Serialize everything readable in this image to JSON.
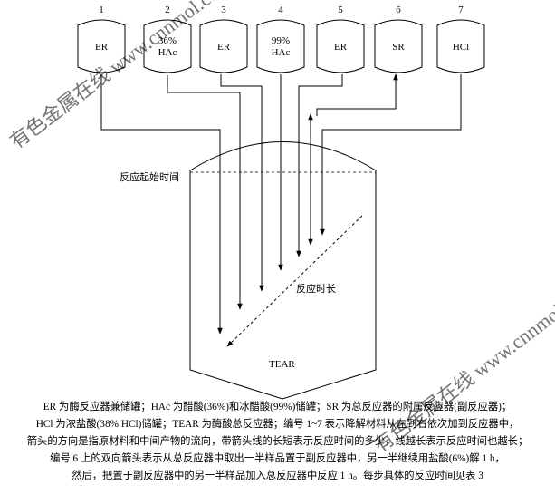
{
  "tanks": [
    {
      "number": "1",
      "label": [
        "ER"
      ]
    },
    {
      "number": "2",
      "label": [
        "36%",
        "HAc"
      ]
    },
    {
      "number": "3",
      "label": [
        "ER"
      ]
    },
    {
      "number": "4",
      "label": [
        "99%",
        "HAc"
      ]
    },
    {
      "number": "5",
      "label": [
        "ER"
      ]
    },
    {
      "number": "6",
      "label": [
        "SR"
      ]
    },
    {
      "number": "7",
      "label": [
        "HCl"
      ]
    }
  ],
  "reactor": {
    "label": "TEAR",
    "start_label": "反应起始时间",
    "duration_label": "反应时长"
  },
  "watermark": {
    "upper": "有色金属在线  www.cnnmol.com",
    "lower": "有色金属在线  www.cnnmol.com"
  },
  "caption": [
    "ER 为酶反应器兼储罐；HAc 为醋酸(36%)和冰醋酸(99%)储罐；SR 为总反应器的附属反应器(副反应器)；",
    "HCl 为浓盐酸(38% HCl)储罐；TEAR 为酶酸总反应器；编号 1~7 表示降解材料从左到右依次加到反应器中，",
    "箭头的方向是指原材料和中间产物的流向，带箭头线的长短表示反应时间的多少，线越长表示反应时间也越长；",
    "编号 6 上的双向箭头表示从总反应器中取出一半样品置于副反应器中，另一半继续用盐酸(6%)解 1 h，",
    "然后，把置于副反应器中的另一半样品加入总反应器中反应 1 h。每步具体的反应时间见表 3"
  ]
}
